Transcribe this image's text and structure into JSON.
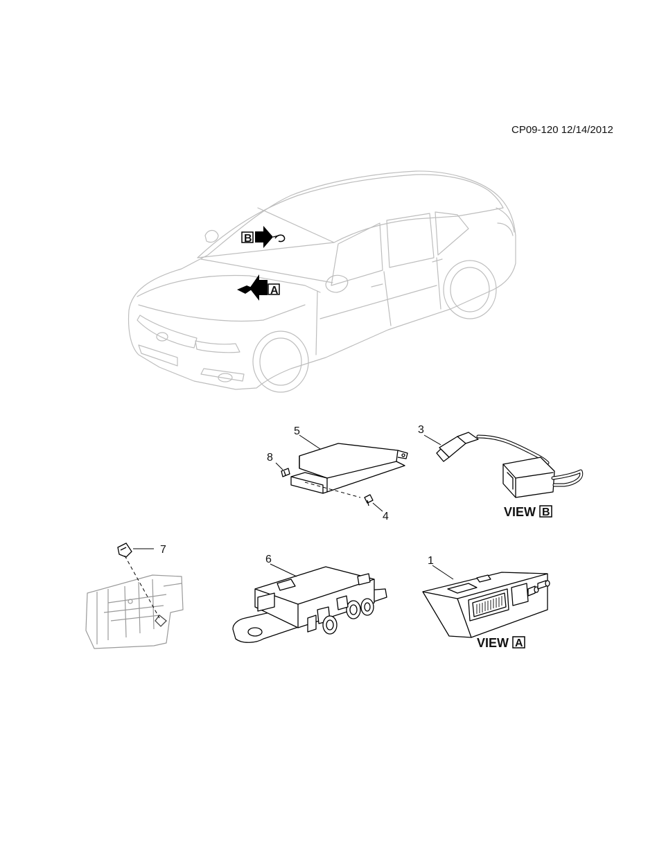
{
  "header": {
    "document_code": "CP09-120 12/14/2012"
  },
  "overview": {
    "marker_a": "A",
    "marker_b": "B"
  },
  "callouts": {
    "c1": "1",
    "c3": "3",
    "c4": "4",
    "c5": "5",
    "c6": "6",
    "c7": "7",
    "c8": "8"
  },
  "views": {
    "view_b": {
      "word": "VIEW",
      "letter": "B"
    },
    "view_a": {
      "word": "VIEW",
      "letter": "A"
    }
  }
}
